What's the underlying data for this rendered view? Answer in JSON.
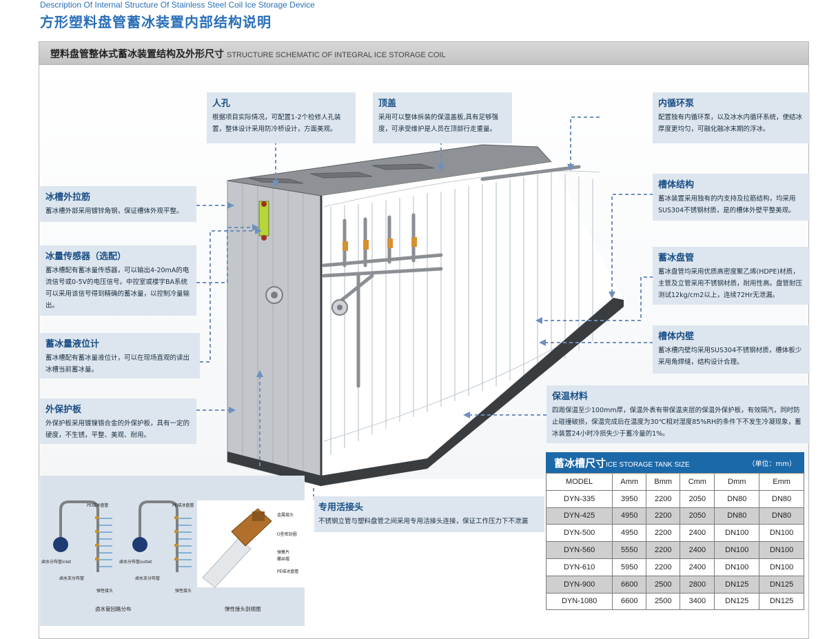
{
  "page": {
    "subtitle_en": "Description Of Internal Structure Of Stainless Steel Coil Ice Storage Device",
    "title_zh": "方形塑料盘管蓄冰装置内部结构说明"
  },
  "section": {
    "title_zh": "塑料盘管整体式蓄冰装置结构及外形尺寸",
    "title_en": "STRUCTURE SCHEMATIC OF INTEGRAL ICE STORAGE COIL"
  },
  "callouts": {
    "manhole": {
      "title": "人孔",
      "desc": "根据项目实际情况，可配置1-2个检修人孔装置，整体设计采用防冷桥设计，方面美观。"
    },
    "top_cover": {
      "title": "顶盖",
      "desc": "采用可以整体拆装的保温盖板,具有足够强度，可承受维护是人员在顶部行走重量。"
    },
    "pump": {
      "title": "内循环泵",
      "desc": "配置独有内循环泵，以及冰水内循环系统，使结冰厚度更均匀，可融化融冰末期的浮冰。"
    },
    "rib": {
      "title": "冰槽外拉筋",
      "desc": "蓄冰槽外部采用镀锌角钢，保证槽体外观平整。"
    },
    "tank_structure": {
      "title": "槽体结构",
      "desc": "蓄冰装置采用独有的内支持及拉筋结构，均采用SUS304不锈钢材质，是的槽体外壁平整美观。"
    },
    "sensor": {
      "title": "冰量传感器（选配）",
      "desc": "蓄冰槽配有蓄冰量传感器，可以输出4-20mA的电流信号或0-5V的电压信号。中控室或楼宇BA系统可以采用该信号得到精确的蓄冰量，以控制冷量输出。"
    },
    "coil": {
      "title": "蓄冰盘管",
      "desc": "蓄冰盘管均采用优质高密度聚乙烯(HDPE)材质，主管及立管采用不锈钢材质，耐用性高。盘管耐压测试12kg/cm2以上，连续72Hr无泄漏。"
    },
    "inner_wall": {
      "title": "槽体内壁",
      "desc": "蓄冰槽内壁均采用SUS304不锈钢材质，槽体板少采用角焊缝，结构设计合理。"
    },
    "level_gauge": {
      "title": "蓄冰量液位计",
      "desc": "蓄冰槽配有蓄冰量液位计，可以在现场直观的读出冰槽当前蓄冰量。"
    },
    "insulation": {
      "title": "保温材料",
      "desc": "四周保温至少100mm厚，保温外表有带保温夹层的保温外保护板，有效隔汽，同时防止碰撞破损，保温完成后在温度为30℃相对湿度85%RH的条件下不发生冷凝现象，蓄冰装置24小时冷损失少于蓄冷量的1%。"
    },
    "protect_plate": {
      "title": "外保护板",
      "desc": "外保护板采用镀镍铬合金的外保护板，具有一定的硬度，不生锈，平整、美观、耐用。"
    },
    "connector": {
      "title": "专用活接头",
      "desc": "不锈钢立管与塑料盘管之间采用专用活接头连接，保证工作压力下不泄漏"
    }
  },
  "panel": {
    "labels": {
      "pe_coil_a": "PE结冰盘管",
      "inlet": "卤水分布管inlet",
      "branch_a": "卤水支分布管",
      "joint_a": "弹性接头",
      "pe_coil_b": "PE结冰盘管",
      "outlet": "卤水分布管outlet",
      "branch_b": "卤水支分布管",
      "joint_b": "弹性接头",
      "metal_joint": "金属接头",
      "oring": "O型密封圈",
      "spring": "弹簧片",
      "nut": "螺丝帽",
      "pe_coil_c": "PE结冰盘管"
    },
    "caption_left": "卤水管回路分布",
    "caption_right": "弹性接头剖视图"
  },
  "table": {
    "title_zh": "蓄冰槽尺寸",
    "title_en": "ICE STORAGE TANK SIZE",
    "unit": "（单位：mm）",
    "headers": [
      "MODEL",
      "Amm",
      "Bmm",
      "Cmm",
      "Dmm",
      "Emm"
    ],
    "rows": [
      [
        "DYN-335",
        "3950",
        "2200",
        "2050",
        "DN80",
        "DN80"
      ],
      [
        "DYN-425",
        "4950",
        "2200",
        "2050",
        "DN80",
        "DN80"
      ],
      [
        "DYN-500",
        "4950",
        "2200",
        "2400",
        "DN100",
        "DN100"
      ],
      [
        "DYN-560",
        "5550",
        "2200",
        "2400",
        "DN100",
        "DN100"
      ],
      [
        "DYN-610",
        "5950",
        "2200",
        "2400",
        "DN100",
        "DN100"
      ],
      [
        "DYN-900",
        "6600",
        "2500",
        "2800",
        "DN125",
        "DN125"
      ],
      [
        "DYN-1080",
        "6600",
        "2500",
        "3400",
        "DN125",
        "DN125"
      ]
    ]
  },
  "colors": {
    "accent": "#2a6fb8",
    "callout_bg": "#dde6ee",
    "table_header": "#1c69a9",
    "arrow": "#6f8fbf"
  }
}
